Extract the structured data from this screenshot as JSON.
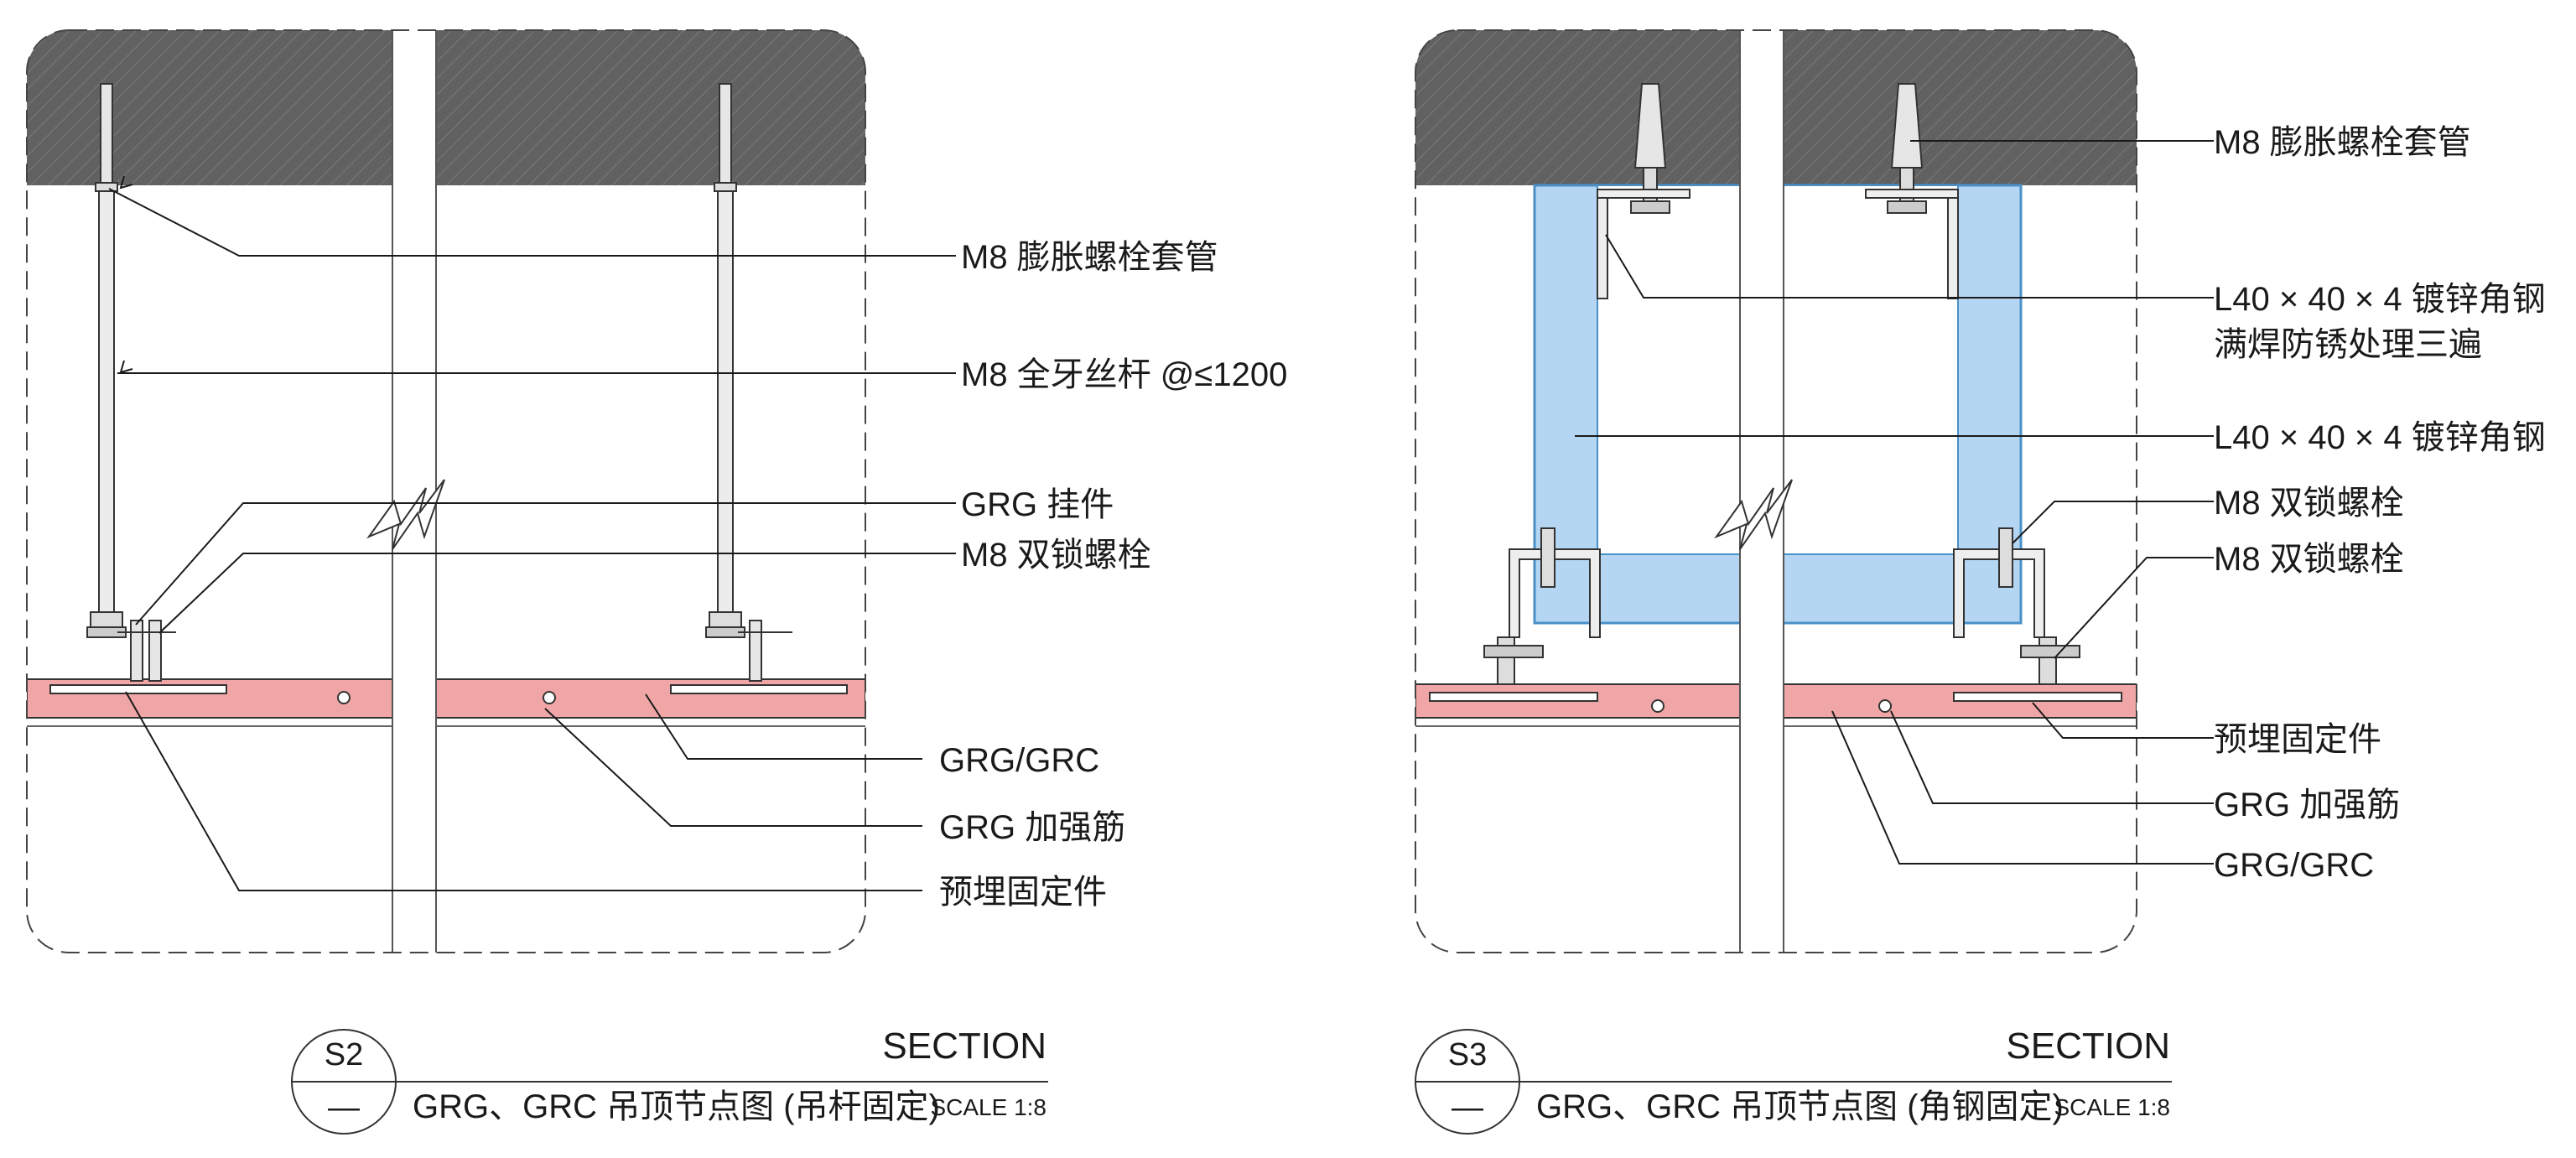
{
  "left_detail": {
    "labels": {
      "anchor_sleeve": "M8 膨胀螺栓套管",
      "threaded_rod": "M8 全牙丝杆 @≤1200",
      "hanger": "GRG 挂件",
      "lock_bolt": "M8 双锁螺栓",
      "panel": "GRG/GRC",
      "rebar": "GRG 加强筋",
      "embedded": "预埋固定件"
    },
    "title": {
      "code": "S2",
      "sheet": "—",
      "section_label": "SECTION",
      "name": "GRG、GRC 吊顶节点图 (吊杆固定)",
      "scale": "SCALE 1:8"
    }
  },
  "right_detail": {
    "labels": {
      "anchor_sleeve": "M8 膨胀螺栓套管",
      "angle_line1": "L40 × 40 × 4 镀锌角钢",
      "angle_line2": "满焊防锈处理三遍",
      "angle_frame": "L40 × 40 × 4 镀锌角钢",
      "lock_bolt_1": "M8 双锁螺栓",
      "lock_bolt_2": "M8 双锁螺栓",
      "embedded": "预埋固定件",
      "rebar": "GRG 加强筋",
      "panel": "GRG/GRC"
    },
    "title": {
      "code": "S3",
      "sheet": "—",
      "section_label": "SECTION",
      "name": "GRG、GRC 吊顶节点图 (角钢固定)",
      "scale": "SCALE 1:8"
    }
  },
  "colors": {
    "slab": "#5e5e5e",
    "panel": "#f0a6a6",
    "steel_frame": "#b4d6f2",
    "line": "#1a1a1a"
  }
}
